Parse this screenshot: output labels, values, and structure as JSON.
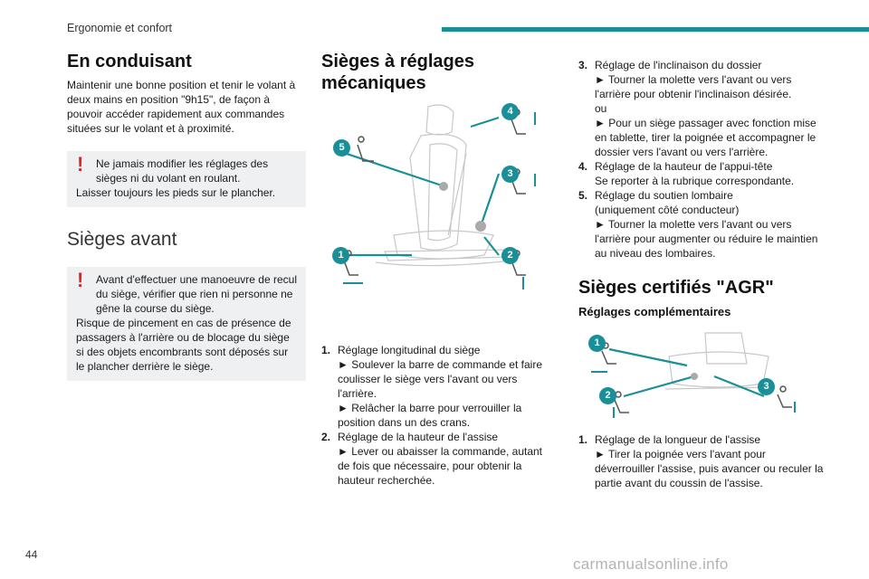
{
  "header": {
    "title": "Ergonomie et confort",
    "accent_color": "#1a8f98"
  },
  "page_number": "44",
  "watermark": "carmanualsonline.info",
  "col1": {
    "title": "En conduisant",
    "body": "Maintenir une bonne position et tenir le volant à deux mains en position \"9h15\", de façon à pouvoir accéder rapidement aux commandes situées sur le volant et à proximité.",
    "warning1": {
      "line1": "Ne jamais modifier les réglages des sièges ni du volant en roulant.",
      "line2": "Laisser toujours les pieds sur le plancher."
    },
    "title2": "Sièges avant",
    "warning2": {
      "line1": "Avant d'effectuer une manoeuvre de recul du siège, vérifier que rien ni personne ne gêne la course du siège.",
      "line2": "Risque de pincement en cas de présence de passagers à l'arrière ou de blocage du siège si des objets encombrants sont déposés sur le plancher derrière le siège."
    }
  },
  "col2": {
    "title": "Sièges à réglages mécaniques",
    "callouts": [
      "1",
      "2",
      "3",
      "4",
      "5"
    ],
    "items": [
      {
        "num": "1.",
        "title": "Réglage longitudinal du siège",
        "b1": "► Soulever la barre de commande et faire coulisser le siège vers l'avant ou vers l'arrière.",
        "b2": "► Relâcher la barre pour verrouiller la position dans un des crans."
      },
      {
        "num": "2.",
        "title": "Réglage de la hauteur de l'assise",
        "b1": "► Lever ou abaisser la commande, autant de fois que nécessaire, pour obtenir la hauteur recherchée."
      }
    ]
  },
  "col3": {
    "items": [
      {
        "num": "3.",
        "title": "Réglage de l'inclinaison du dossier",
        "b1": "► Tourner la molette vers l'avant ou vers l'arrière pour obtenir l'inclinaison désirée.",
        "or": "ou",
        "b2": "► Pour un siège passager avec fonction mise en tablette, tirer la poignée et accompagner le dossier vers l'avant ou vers l'arrière."
      },
      {
        "num": "4.",
        "title": "Réglage de la hauteur de l'appui-tête",
        "b1": "Se reporter à la rubrique correspondante."
      },
      {
        "num": "5.",
        "title": "Réglage du soutien lombaire",
        "b1": "(uniquement côté conducteur)",
        "b2": "► Tourner la molette vers l'avant ou vers l'arrière pour augmenter ou réduire le maintien au niveau des lombaires."
      }
    ],
    "title": "Sièges certifiés \"AGR\"",
    "subtitle": "Réglages complémentaires",
    "callouts": [
      "1",
      "2",
      "3"
    ],
    "item_agr": {
      "num": "1.",
      "title": "Réglage de la longueur de l'assise",
      "b1": "► Tirer la poignée vers l'avant pour déverrouiller l'assise, puis avancer ou reculer la partie avant du coussin de l'assise."
    }
  }
}
